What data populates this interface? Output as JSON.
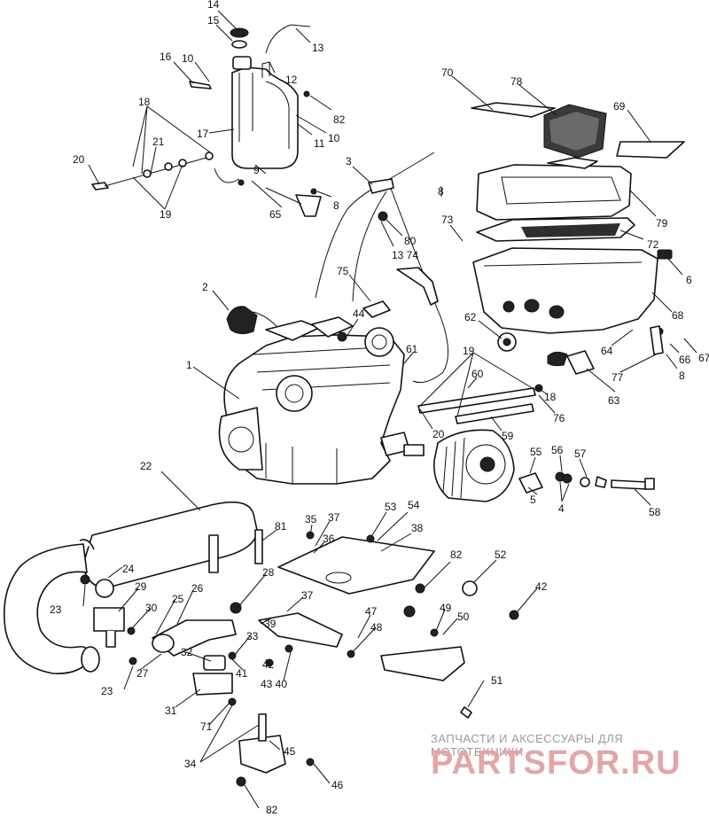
{
  "watermark": {
    "caption": "ЗАПЧАСТИ И АКСЕССУАРЫ ДЛЯ МОТОТЕХНИКИ",
    "logo": "PARTSFOR.RU",
    "logo_color": "#e3a6a6"
  },
  "callouts": [
    {
      "id": "c14",
      "text": "14"
    },
    {
      "id": "c15",
      "text": "15"
    },
    {
      "id": "c13",
      "text": "13"
    },
    {
      "id": "c16",
      "text": "16"
    },
    {
      "id": "c10a",
      "text": "10"
    },
    {
      "id": "c12",
      "text": "12"
    },
    {
      "id": "c18",
      "text": "18"
    },
    {
      "id": "c82a",
      "text": "82"
    },
    {
      "id": "c17",
      "text": "17"
    },
    {
      "id": "c21",
      "text": "21"
    },
    {
      "id": "c10b",
      "text": "10"
    },
    {
      "id": "c20a",
      "text": "20"
    },
    {
      "id": "c11",
      "text": "11"
    },
    {
      "id": "c3",
      "text": "3"
    },
    {
      "id": "c9",
      "text": "9"
    },
    {
      "id": "c19a",
      "text": "19"
    },
    {
      "id": "c8a",
      "text": "8"
    },
    {
      "id": "c65",
      "text": "65"
    },
    {
      "id": "c8b",
      "text": "8"
    },
    {
      "id": "c80",
      "text": "80"
    },
    {
      "id": "c73",
      "text": "73"
    },
    {
      "id": "c1374",
      "text": "13 74"
    },
    {
      "id": "c70",
      "text": "70"
    },
    {
      "id": "c78",
      "text": "78"
    },
    {
      "id": "c69",
      "text": "69"
    },
    {
      "id": "c79",
      "text": "79"
    },
    {
      "id": "c72",
      "text": "72"
    },
    {
      "id": "c6",
      "text": "6"
    },
    {
      "id": "c2",
      "text": "2"
    },
    {
      "id": "c75",
      "text": "75"
    },
    {
      "id": "c44",
      "text": "44"
    },
    {
      "id": "c62",
      "text": "62"
    },
    {
      "id": "c68",
      "text": "68"
    },
    {
      "id": "c1",
      "text": "1"
    },
    {
      "id": "c61",
      "text": "61"
    },
    {
      "id": "c19b",
      "text": "19"
    },
    {
      "id": "c60",
      "text": "60"
    },
    {
      "id": "c64",
      "text": "64"
    },
    {
      "id": "c66",
      "text": "66"
    },
    {
      "id": "c67",
      "text": "67"
    },
    {
      "id": "c77",
      "text": "77"
    },
    {
      "id": "c8c",
      "text": "8"
    },
    {
      "id": "c18b",
      "text": "18"
    },
    {
      "id": "c63",
      "text": "63"
    },
    {
      "id": "c76",
      "text": "76"
    },
    {
      "id": "c20b",
      "text": "20"
    },
    {
      "id": "c59",
      "text": "59"
    },
    {
      "id": "c22",
      "text": "22"
    },
    {
      "id": "c55",
      "text": "55"
    },
    {
      "id": "c56",
      "text": "56"
    },
    {
      "id": "c57",
      "text": "57"
    },
    {
      "id": "c5",
      "text": "5"
    },
    {
      "id": "c4",
      "text": "4"
    },
    {
      "id": "c58",
      "text": "58"
    },
    {
      "id": "c35",
      "text": "35"
    },
    {
      "id": "c37a",
      "text": "37"
    },
    {
      "id": "c53",
      "text": "53"
    },
    {
      "id": "c54",
      "text": "54"
    },
    {
      "id": "c81",
      "text": "81"
    },
    {
      "id": "c36",
      "text": "36"
    },
    {
      "id": "c38",
      "text": "38"
    },
    {
      "id": "c82b",
      "text": "82"
    },
    {
      "id": "c52",
      "text": "52"
    },
    {
      "id": "c24",
      "text": "24"
    },
    {
      "id": "c28",
      "text": "28"
    },
    {
      "id": "c29",
      "text": "29"
    },
    {
      "id": "c37b",
      "text": "37"
    },
    {
      "id": "c42a",
      "text": "42"
    },
    {
      "id": "c23a",
      "text": "23"
    },
    {
      "id": "c25",
      "text": "25"
    },
    {
      "id": "c26",
      "text": "26"
    },
    {
      "id": "c30",
      "text": "30"
    },
    {
      "id": "c39",
      "text": "39"
    },
    {
      "id": "c47",
      "text": "47"
    },
    {
      "id": "c49",
      "text": "49"
    },
    {
      "id": "c50",
      "text": "50"
    },
    {
      "id": "c33",
      "text": "33"
    },
    {
      "id": "c48",
      "text": "48"
    },
    {
      "id": "c32",
      "text": "32"
    },
    {
      "id": "c27",
      "text": "27"
    },
    {
      "id": "c41",
      "text": "41"
    },
    {
      "id": "c42b",
      "text": "42"
    },
    {
      "id": "c23b",
      "text": "23"
    },
    {
      "id": "c4340",
      "text": "43 40"
    },
    {
      "id": "c31",
      "text": "31"
    },
    {
      "id": "c51",
      "text": "51"
    },
    {
      "id": "c71",
      "text": "71"
    },
    {
      "id": "c45",
      "text": "45"
    },
    {
      "id": "c34",
      "text": "34"
    },
    {
      "id": "c46",
      "text": "46"
    },
    {
      "id": "c82c",
      "text": "82"
    }
  ]
}
